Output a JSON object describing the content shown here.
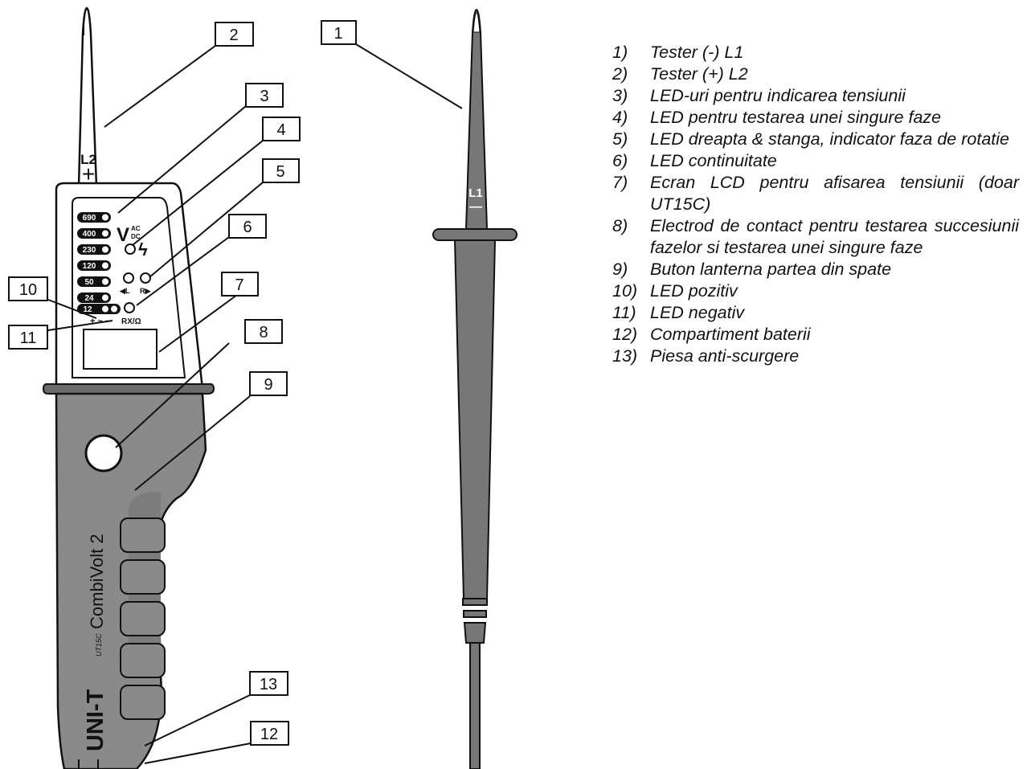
{
  "callouts": [
    "1",
    "2",
    "3",
    "4",
    "5",
    "6",
    "7",
    "8",
    "9",
    "10",
    "11",
    "12",
    "13"
  ],
  "device": {
    "brand": "UNI-T",
    "model": "UT15C",
    "product_name": "CombiVolt 2",
    "probe_l2_label": "L2",
    "probe_l2_sign": "+",
    "probe_l1_label": "L1",
    "probe_l1_sign": "—"
  },
  "panel": {
    "led_values": [
      "690",
      "400",
      "230",
      "120",
      "50",
      "24",
      "12"
    ],
    "v_symbol": "V",
    "ac_label": "AC",
    "dc_label": "DC",
    "lightning_symbol": "ϟ",
    "left_label": "◀L",
    "right_label": "R▶",
    "polarity_label": "+ ~ −",
    "continuity_label": "RX/Ω"
  },
  "legend": [
    {
      "num": "1)",
      "text": "Tester (-) L1"
    },
    {
      "num": "2)",
      "text": "Tester (+) L2"
    },
    {
      "num": "3)",
      "text": "LED-uri pentru indicarea tensiunii"
    },
    {
      "num": "4)",
      "text": "LED pentru testarea unei singure faze"
    },
    {
      "num": "5)",
      "text": "LED dreapta & stanga, indicator faza de rotatie"
    },
    {
      "num": "6)",
      "text": "LED continuitate"
    },
    {
      "num": "7)",
      "text": "Ecran LCD pentru afisarea tensiunii (doar UT15C)"
    },
    {
      "num": "8)",
      "text": "Electrod de contact pentru testarea succesiunii fazelor si testarea unei singure faze"
    },
    {
      "num": "9)",
      "text": "Buton lanterna partea din spate"
    },
    {
      "num": "10)",
      "text": "LED pozitiv"
    },
    {
      "num": "11)",
      "text": "LED negativ"
    },
    {
      "num": "12)",
      "text": "Compartiment baterii"
    },
    {
      "num": "13)",
      "text": "Piesa anti-scurgere"
    }
  ]
}
